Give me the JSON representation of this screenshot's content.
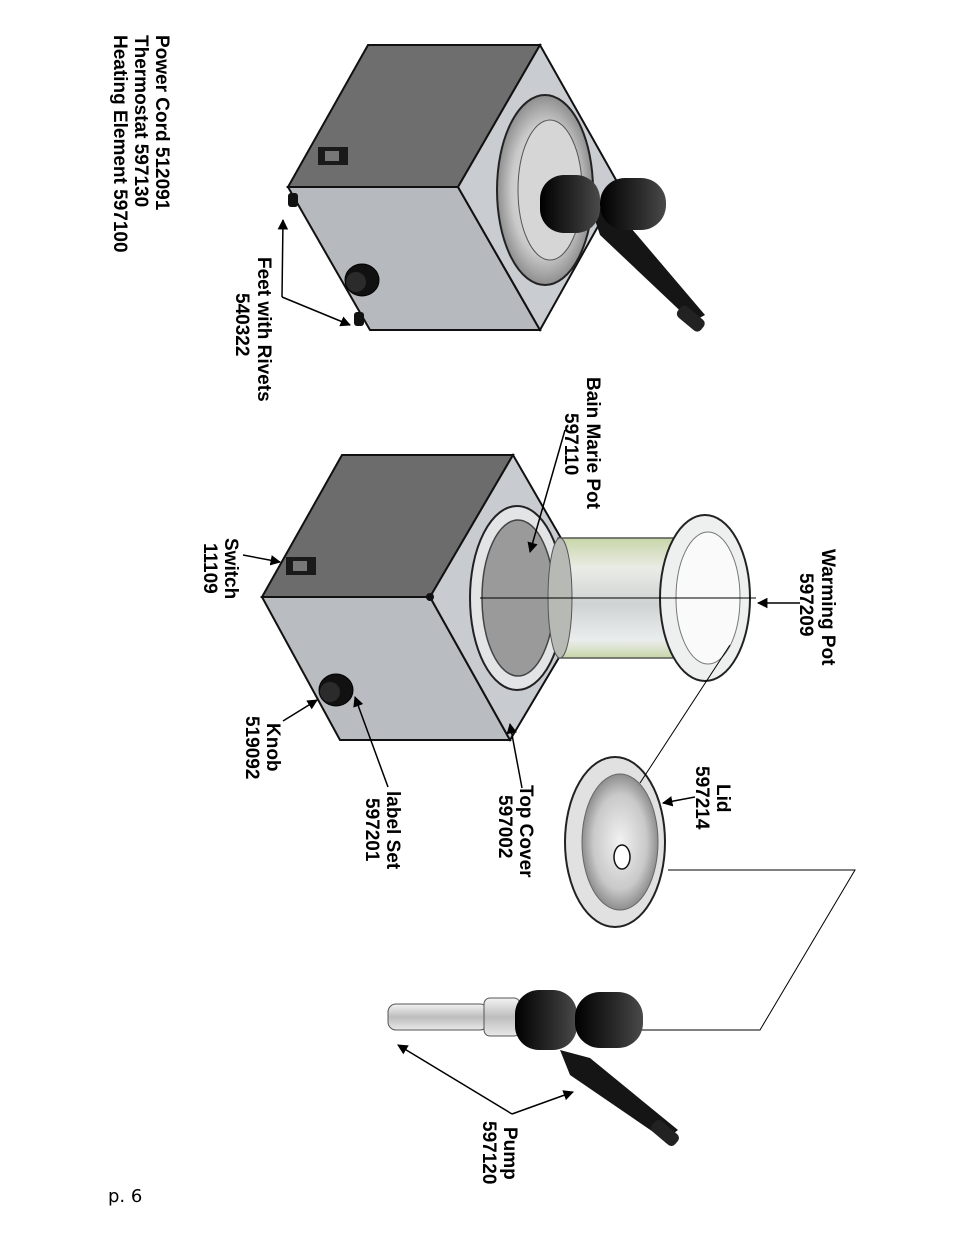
{
  "parts_list": [
    "Power Cord 512091",
    "Thermostat 597130",
    "Heating Element 597100"
  ],
  "callouts": {
    "feet": {
      "name": "Feet with Rivets",
      "number": "540322"
    },
    "bain_marie": {
      "name": "Bain Marie Pot",
      "number": "597110"
    },
    "warming_pot": {
      "name": "Warming Pot",
      "number": "597209"
    },
    "switch": {
      "name": "Switch",
      "number": "11109"
    },
    "knob": {
      "name": "Knob",
      "number": "519092"
    },
    "label_set": {
      "name": "label Set",
      "number": "597201"
    },
    "top_cover": {
      "name": "Top Cover",
      "number": "597002"
    },
    "lid": {
      "name": "Lid",
      "number": "597214"
    },
    "pump": {
      "name": "Pump",
      "number": "597120"
    }
  },
  "page_number": "p. 6",
  "colors": {
    "box_side": "#6c6c6c",
    "box_front": "#b9bcc0",
    "knob_black": "#141414",
    "pot_green_tint": "#c8d6a8",
    "steel": "#d9dadc"
  }
}
